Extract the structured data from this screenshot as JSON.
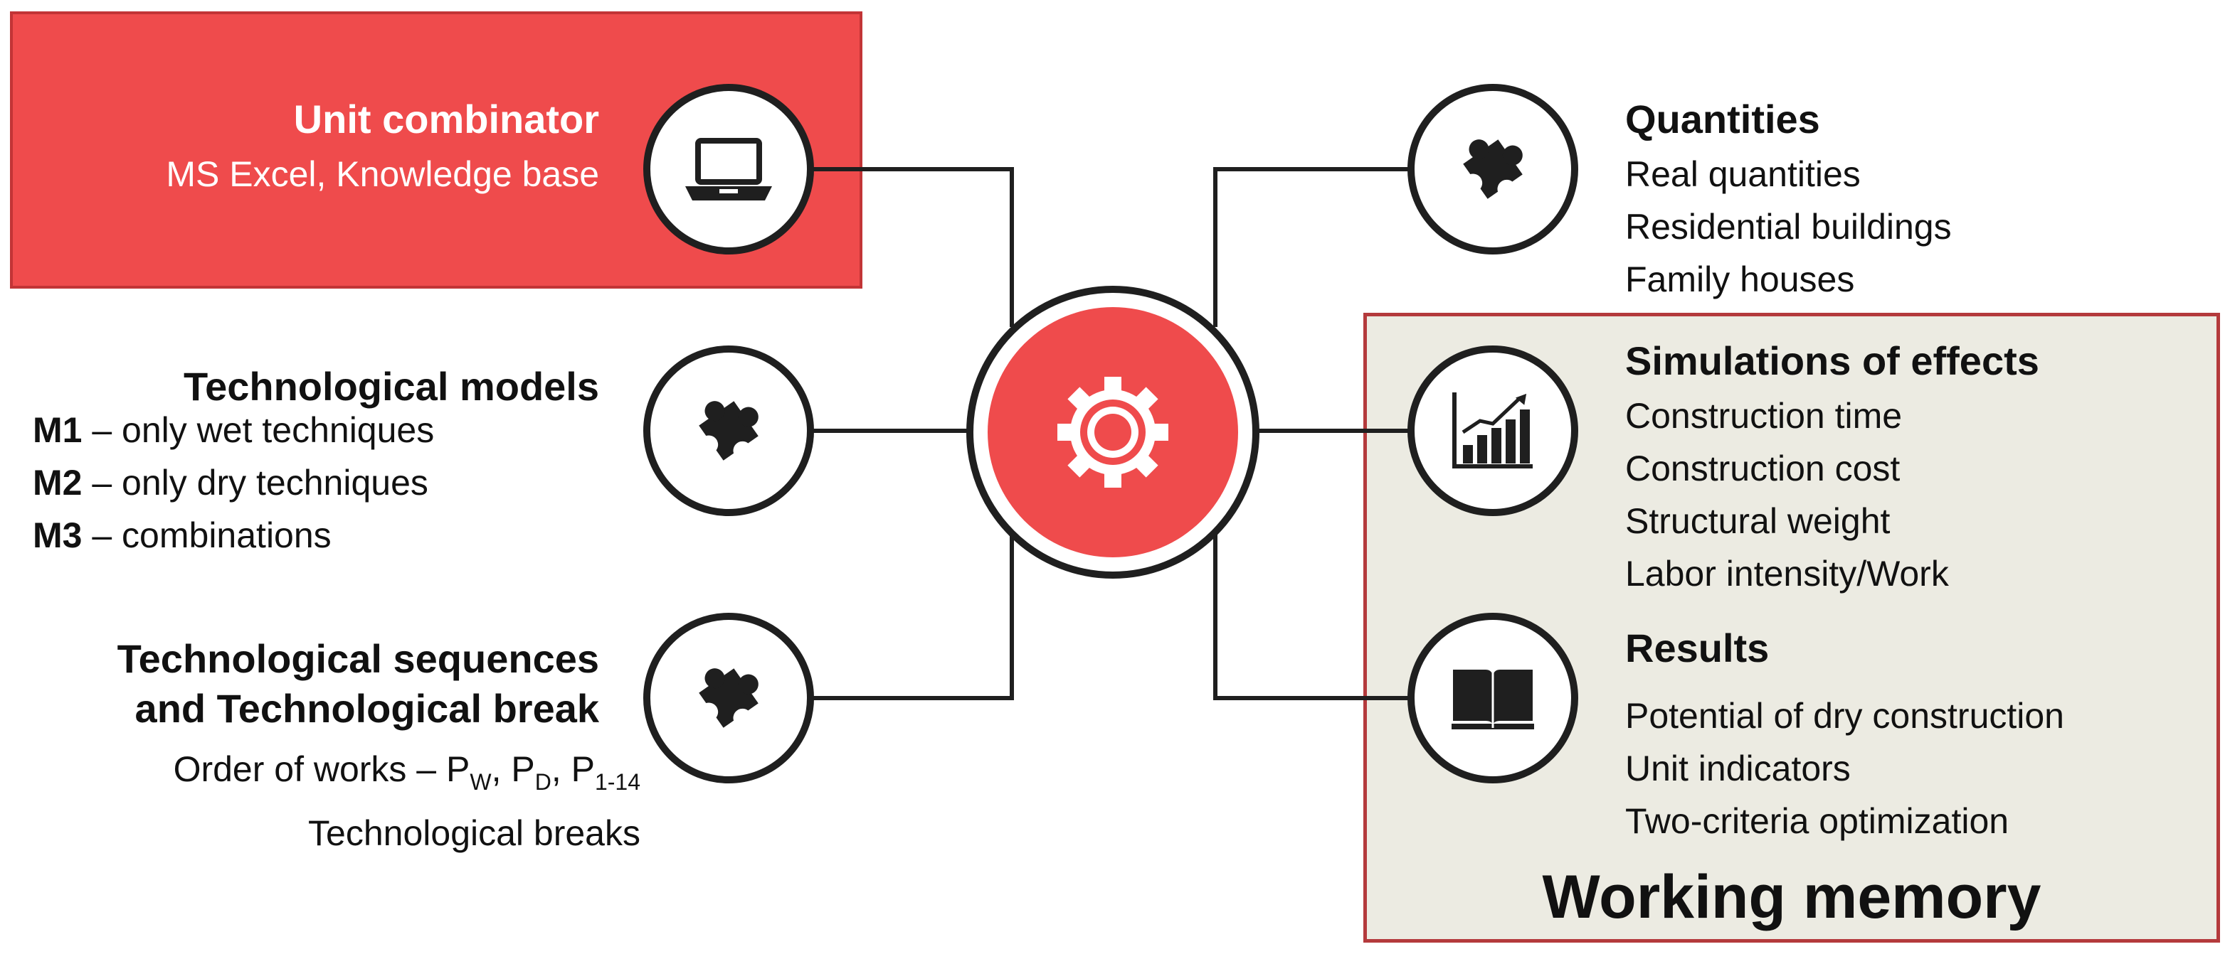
{
  "unit_combinator": {
    "title": "Unit combinator",
    "subtitle": "MS Excel, Knowledge base",
    "icon": "laptop-icon",
    "color": "#ef4b4c"
  },
  "technological_models": {
    "title": "Technological models",
    "items": [
      {
        "code": "M1",
        "text": " – only wet techniques"
      },
      {
        "code": "M2",
        "text": " – only dry techniques"
      },
      {
        "code": "M3",
        "text": " – combinations"
      }
    ],
    "icon": "puzzle-icon"
  },
  "technological_sequences": {
    "title_line1": "Technological sequences",
    "title_line2": "and Technological break",
    "order_prefix": "Order of works – P",
    "pw_sub": "W",
    "pd_sub": "D",
    "p114_sub": "1-14",
    "sep1": ", P",
    "sep2": ", P",
    "breaks": "Technological breaks",
    "icon": "puzzle-icon"
  },
  "hub": {
    "icon": "gear-icon",
    "color": "#ef4b4c"
  },
  "quantities": {
    "title": "Quantities",
    "items": [
      "Real quantities",
      "Residential buildings",
      "Family houses"
    ],
    "icon": "puzzle-icon"
  },
  "simulations": {
    "title": "Simulations of effects",
    "items": [
      "Construction time",
      "Construction cost",
      "Structural weight",
      "Labor intensity/Work"
    ],
    "icon": "bar-chart-icon"
  },
  "results": {
    "title": "Results",
    "items": [
      "Potential of dry construction",
      "Unit indicators",
      "Two-criteria optimization"
    ],
    "icon": "book-icon"
  },
  "working_memory": {
    "label": "Working memory",
    "background": "#ecebe2",
    "border": "#b43a3c"
  }
}
